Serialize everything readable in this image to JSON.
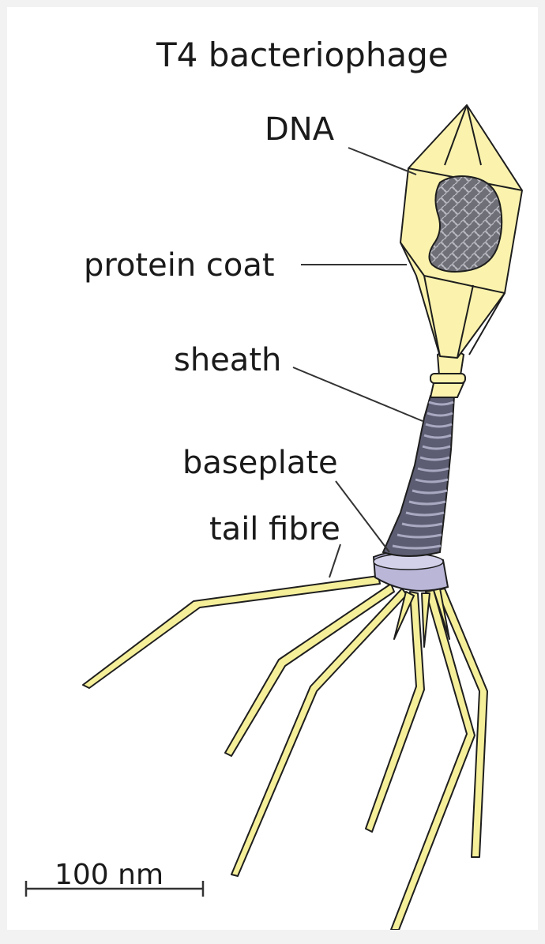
{
  "title": "T4 bacteriophage",
  "labels": {
    "dna": "DNA",
    "protein_coat": "protein coat",
    "sheath": "sheath",
    "baseplate": "baseplate",
    "tail_fibre": "tail fibre"
  },
  "scale_bar": {
    "label": "100 nm"
  },
  "colors": {
    "coat": "#fbf3ad",
    "dna": "#7a7a82",
    "sheath": "#5c5c72",
    "baseplate": "#b9b6d8",
    "fibre": "#f5ef9a",
    "outline": "#1e1e1e"
  }
}
